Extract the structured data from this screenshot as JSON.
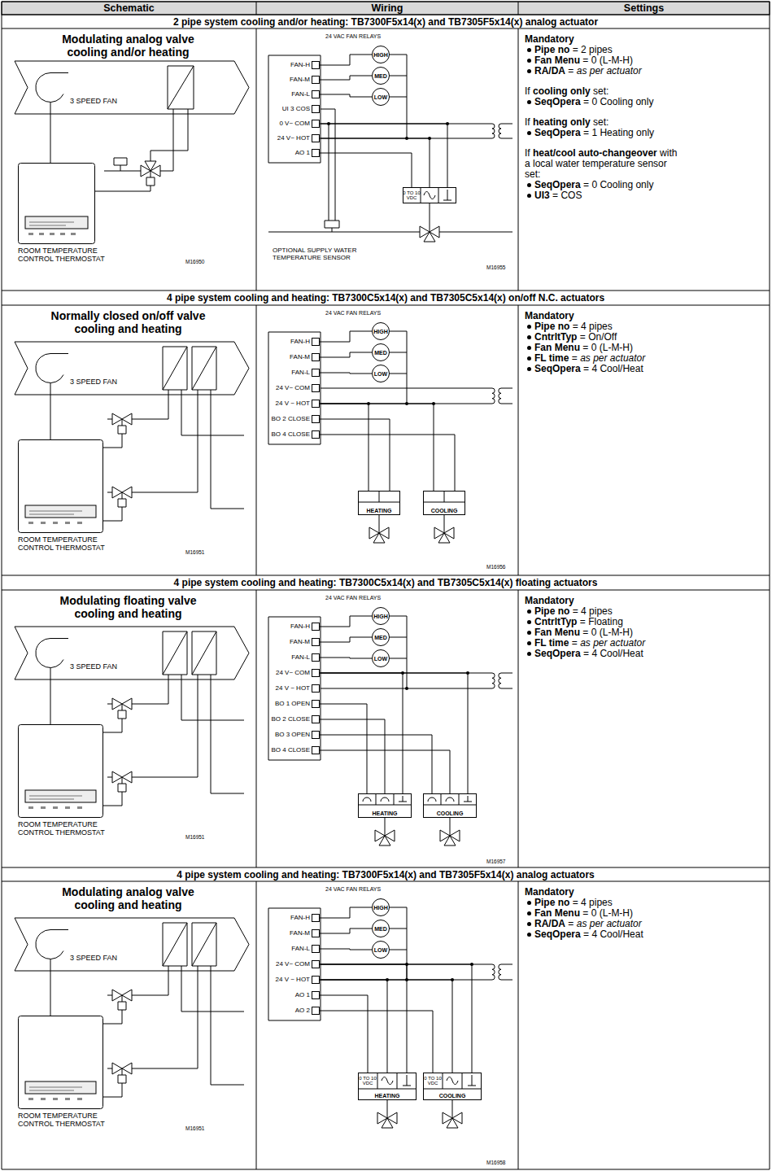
{
  "diagram": {
    "nodes": [
      {
        "text": [
          "ROOM TEMPERATURE CONTROL THERMOSTAT"
        ]
      },
      {
        "text": [
          "FAN-H"
        ]
      },
      {
        "text": [
          "FAN-M"
        ]
      },
      {
        "text": [
          "FAN-L"
        ]
      },
      {
        "text": [
          "UI 3 COS"
        ]
      },
      {
        "text": [
          "0 V~ COM"
        ]
      },
      {
        "text": [
          "24 V~ HOT"
        ]
      },
      {
        "text": [
          "AO 1"
        ]
      },
      {
        "text": [
          "HIGH"
        ]
      },
      {
        "text": [
          "MED"
        ]
      },
      {
        "text": [
          "LOW"
        ]
      },
      {
        "text": [
          "0 TO 10 VDC"
        ]
      },
      {
        "text": [
          "ROOM TEMPERATURE CONTROL THERMOSTAT"
        ]
      },
      {
        "text": [
          "FAN-H"
        ]
      },
      {
        "text": [
          "FAN-M"
        ]
      },
      {
        "text": [
          "FAN-L"
        ]
      },
      {
        "text": [
          "24 V~ COM"
        ]
      },
      {
        "text": [
          "24 V ~ HOT"
        ]
      },
      {
        "text": [
          "BO 2 CLOSE"
        ]
      },
      {
        "text": [
          "BO 4 CLOSE"
        ]
      },
      {
        "text": [
          "HIGH"
        ]
      },
      {
        "text": [
          "MED"
        ]
      },
      {
        "text": [
          "LOW"
        ]
      },
      {
        "text": [
          "HEATING"
        ]
      },
      {
        "text": [
          "COOLING"
        ]
      },
      {
        "text": [
          "ROOM TEMPERATURE CONTROL THERMOSTAT"
        ]
      },
      {
        "text": [
          "FAN-H"
        ]
      },
      {
        "text": [
          "FAN-M"
        ]
      },
      {
        "text": [
          "FAN-L"
        ]
      },
      {
        "text": [
          "24 V~ COM"
        ]
      },
      {
        "text": [
          "24 V ~ HOT"
        ]
      },
      {
        "text": [
          "BO 1 OPEN"
        ]
      },
      {
        "text": [
          "BO 2 CLOSE"
        ]
      },
      {
        "text": [
          "BO 3 OPEN"
        ]
      },
      {
        "text": [
          "BO 4 CLOSE"
        ]
      },
      {
        "text": [
          "HIGH"
        ]
      },
      {
        "text": [
          "MED"
        ]
      },
      {
        "text": [
          "LOW"
        ]
      },
      {
        "text": [
          "HEATING"
        ]
      },
      {
        "text": [
          "COOLING"
        ]
      },
      {
        "text": [
          "ROOM TEMPERATURE CONTROL THERMOSTAT"
        ]
      },
      {
        "text": [
          "FAN-H"
        ]
      },
      {
        "text": [
          "FAN-M"
        ]
      },
      {
        "text": [
          "FAN-L"
        ]
      },
      {
        "text": [
          "24 V~ COM"
        ]
      },
      {
        "text": [
          "24 V ~ HOT"
        ]
      },
      {
        "text": [
          "AO 1"
        ]
      },
      {
        "text": [
          "AO 2"
        ]
      },
      {
        "text": [
          "HIGH"
        ]
      },
      {
        "text": [
          "MED"
        ]
      },
      {
        "text": [
          "LOW"
        ]
      },
      {
        "text": [
          "0 TO 10 VDC",
          "HEATING"
        ]
      },
      {
        "text": [
          "0 TO 10 VDC",
          "COOLING"
        ]
      }
    ],
    "edges": [
      {
        "from": 1,
        "to": 8,
        "arrow": "none"
      },
      {
        "from": 2,
        "to": 9,
        "arrow": "none"
      },
      {
        "from": 3,
        "to": 10,
        "arrow": "none"
      },
      {
        "from": 5,
        "to": 11,
        "arrow": "none"
      },
      {
        "from": 6,
        "to": 11,
        "arrow": "none"
      },
      {
        "from": 7,
        "to": 11,
        "arrow": "none"
      },
      {
        "from": 13,
        "to": 20,
        "arrow": "none"
      },
      {
        "from": 14,
        "to": 21,
        "arrow": "none"
      },
      {
        "from": 15,
        "to": 22,
        "arrow": "none"
      },
      {
        "from": 17,
        "to": 23,
        "arrow": "none"
      },
      {
        "from": 17,
        "to": 24,
        "arrow": "none"
      },
      {
        "from": 18,
        "to": 23,
        "arrow": "none"
      },
      {
        "from": 19,
        "to": 24,
        "arrow": "none"
      },
      {
        "from": 26,
        "to": 35,
        "arrow": "none"
      },
      {
        "from": 27,
        "to": 36,
        "arrow": "none"
      },
      {
        "from": 28,
        "to": 37,
        "arrow": "none"
      },
      {
        "from": 29,
        "to": 38,
        "arrow": "none"
      },
      {
        "from": 29,
        "to": 39,
        "arrow": "none"
      },
      {
        "from": 31,
        "to": 38,
        "arrow": "none"
      },
      {
        "from": 32,
        "to": 38,
        "arrow": "none"
      },
      {
        "from": 33,
        "to": 39,
        "arrow": "none"
      },
      {
        "from": 34,
        "to": 39,
        "arrow": "none"
      },
      {
        "from": 41,
        "to": 48,
        "arrow": "none"
      },
      {
        "from": 42,
        "to": 49,
        "arrow": "none"
      },
      {
        "from": 43,
        "to": 50,
        "arrow": "none"
      },
      {
        "from": 44,
        "to": 51,
        "arrow": "none"
      },
      {
        "from": 44,
        "to": 52,
        "arrow": "none"
      },
      {
        "from": 45,
        "to": 51,
        "arrow": "none"
      },
      {
        "from": 45,
        "to": 52,
        "arrow": "none"
      },
      {
        "from": 46,
        "to": 51,
        "arrow": "none"
      },
      {
        "from": 47,
        "to": 52,
        "arrow": "none"
      }
    ],
    "labels": [
      "Schematic",
      "Wiring",
      "Settings",
      "2 pipe system cooling and/or heating: TB7300F5x14(x) and TB7305F5x14(x) analog actuator",
      "Modulating analog valve cooling and/or heating",
      "3 SPEED FAN",
      "M16950",
      "24 VAC FAN RELAYS",
      "OPTIONAL SUPPLY WATER TEMPERATURE SENSOR",
      "M16955",
      "Mandatory",
      "Pipe no",
      "= 2 pipes",
      "Fan Menu",
      "= 0 (L-M-H)",
      "RA/DA",
      "=",
      "as per actuator",
      "If",
      "cooling only",
      "set:",
      "SeqOpera",
      "= 0 Cooling only",
      "If",
      "heating only",
      "set:",
      "SeqOpera",
      "= 1 Heating only",
      "If",
      "heat/cool auto-changeover",
      "with a local water temperature sensor set:",
      "SeqOpera",
      "= 0 Cooling only",
      "UI3",
      "= COS",
      "4 pipe system cooling and heating: TB7300C5x14(x) and TB7305C5x14(x) on/off N.C. actuators",
      "Normally closed on/off valve cooling and heating",
      "3 SPEED FAN",
      "M16951",
      "24 VAC FAN RELAYS",
      "M16956",
      "Mandatory",
      "Pipe no",
      "= 4 pipes",
      "CntrltTyp",
      "= On/Off",
      "Fan Menu",
      "= 0 (L-M-H)",
      "FL time",
      "=",
      "as per actuator",
      "SeqOpera",
      "= 4 Cool/Heat",
      "4 pipe system cooling and heating: TB7300C5x14(x) and TB7305C5x14(x) floating actuators",
      "Modulating floating valve cooling and heating",
      "3 SPEED FAN",
      "M16951",
      "24 VAC FAN RELAYS",
      "M16957",
      "Mandatory",
      "Pipe no",
      "= 4 pipes",
      "CntrltTyp",
      "= Floating",
      "Fan Menu",
      "= 0 (L-M-H)",
      "FL time",
      "=",
      "as per actuator",
      "SeqOpera",
      "= 4 Cool/Heat",
      "4 pipe system cooling and heating: TB7300F5x14(x) and TB7305F5x14(x) analog actuators",
      "Modulating analog valve cooling and heating",
      "3 SPEED FAN",
      "M16951",
      "24 VAC FAN RELAYS",
      "M16958",
      "Mandatory",
      "Pipe no",
      "= 4 pipes",
      "Fan Menu",
      "= 0 (L-M-H)",
      "RA/DA",
      "=",
      "as per actuator",
      "SeqOpera",
      "= 4 Cool/Heat"
    ]
  }
}
